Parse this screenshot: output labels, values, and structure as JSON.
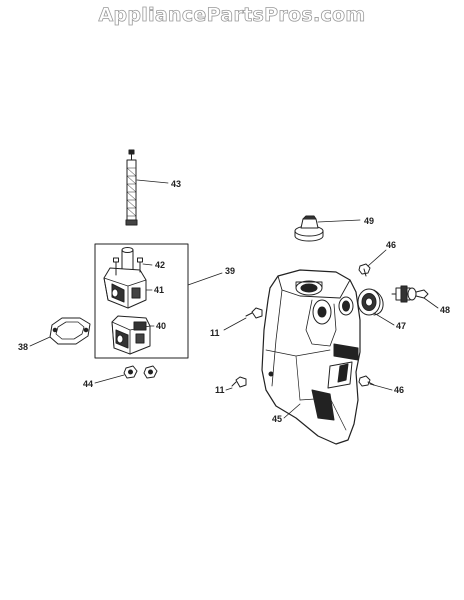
{
  "watermark": "AppliancePartsPros.com",
  "callouts": {
    "p43": "43",
    "p42": "42",
    "p39": "39",
    "p41": "41",
    "p40": "40",
    "p38": "38",
    "p44": "44",
    "p49": "49",
    "p46a": "46",
    "p46b": "46",
    "p47": "47",
    "p48": "48",
    "p11a": "11",
    "p11b": "11",
    "p45": "45"
  }
}
